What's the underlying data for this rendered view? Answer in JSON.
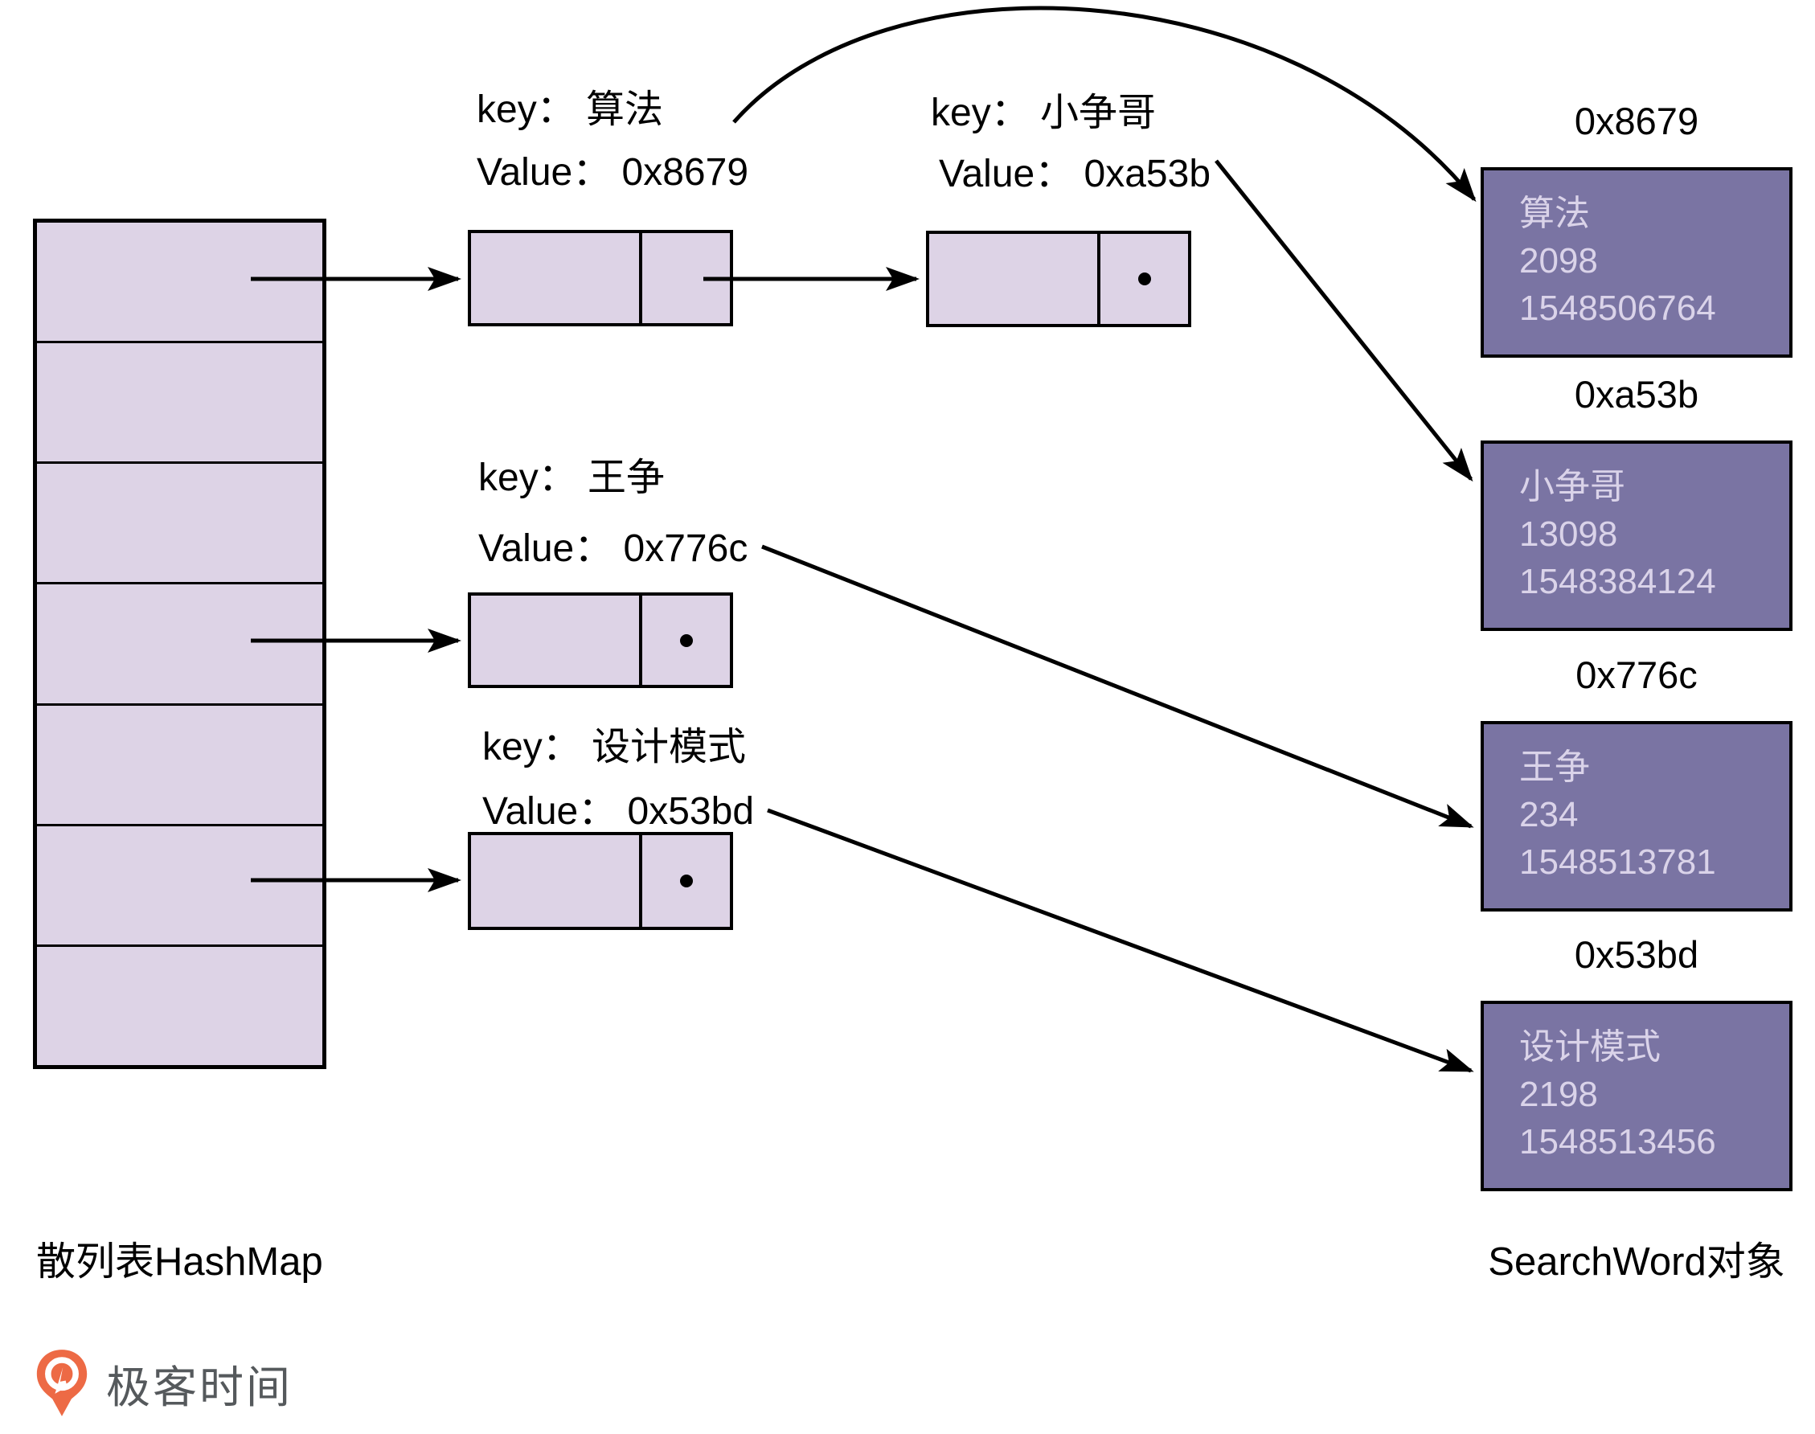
{
  "captions": {
    "hashmap": "散列表HashMap",
    "searchword": "SearchWord对象"
  },
  "logo": {
    "name": "极客时间",
    "orange": "#ED6A45",
    "text_color": "#55595C"
  },
  "hashtable": {
    "rows": 7
  },
  "entries": [
    {
      "key": "key： 算法",
      "value": "Value： 0x8679"
    },
    {
      "key": "key： 小争哥",
      "value": "Value： 0xa53b"
    },
    {
      "key": "key： 王争",
      "value": "Value： 0x776c"
    },
    {
      "key": "key： 设计模式",
      "value": "Value： 0x53bd"
    }
  ],
  "objects": [
    {
      "addr": "0x8679",
      "lines": [
        "算法",
        "2098",
        "1548506764"
      ]
    },
    {
      "addr": "0xa53b",
      "lines": [
        "小争哥",
        "13098",
        "1548384124"
      ]
    },
    {
      "addr": "0x776c",
      "lines": [
        "王争",
        "234",
        "1548513781"
      ]
    },
    {
      "addr": "0x53bd",
      "lines": [
        "设计模式",
        "2198",
        "1548513456"
      ]
    }
  ],
  "colors": {
    "node_fill": "#DDD3E6",
    "object_fill": "#7A74A3",
    "object_text": "#DAD3E9",
    "line": "#000000"
  }
}
